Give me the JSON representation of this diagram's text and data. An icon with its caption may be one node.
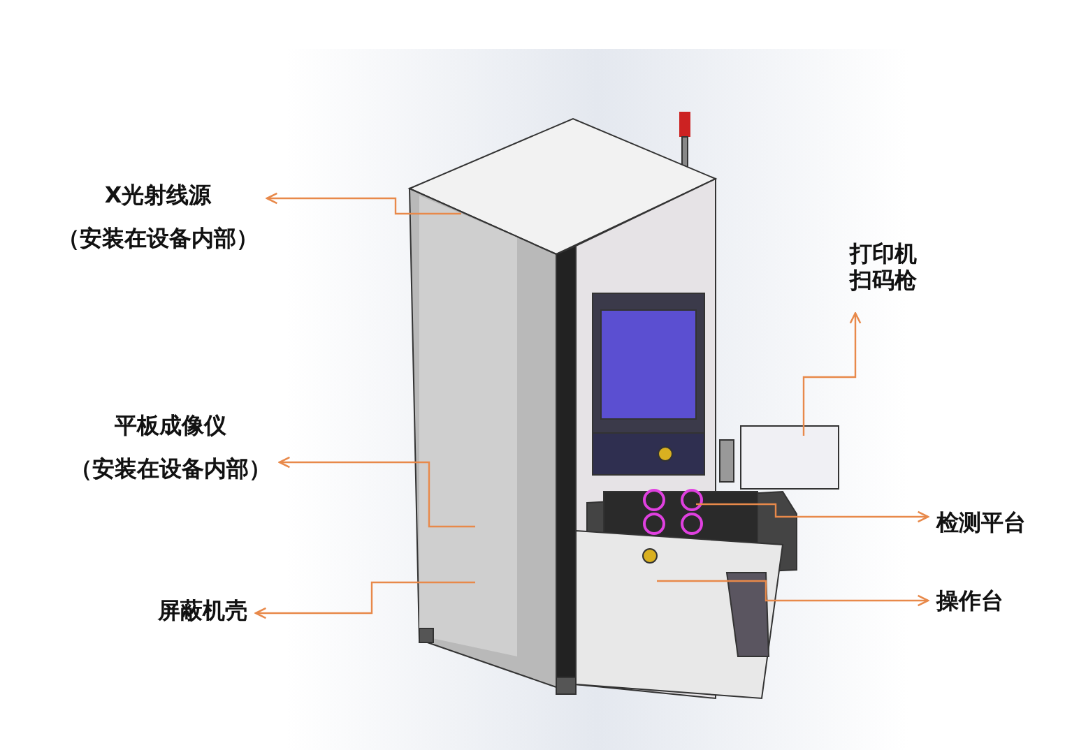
{
  "diagram": {
    "nodes": [
      {
        "text": [
          "X光射线源",
          "（安装在设备内部）"
        ]
      },
      {
        "text": [
          "平板成像仪",
          "（安装在设备内部）"
        ]
      },
      {
        "text": [
          "屏蔽机壳"
        ]
      },
      {
        "text": [
          "打印机",
          "扫码枪"
        ]
      },
      {
        "text": [
          "检测平台"
        ]
      },
      {
        "text": [
          "操作台"
        ]
      }
    ],
    "edges": [
      {
        "from": null,
        "to": 0,
        "arrow": "to"
      },
      {
        "from": null,
        "to": 1,
        "arrow": "to"
      },
      {
        "from": null,
        "to": 2,
        "arrow": "to"
      },
      {
        "from": null,
        "to": 3,
        "arrow": "to"
      },
      {
        "from": null,
        "to": 4,
        "arrow": "to"
      },
      {
        "from": null,
        "to": 5,
        "arrow": "to"
      }
    ]
  }
}
